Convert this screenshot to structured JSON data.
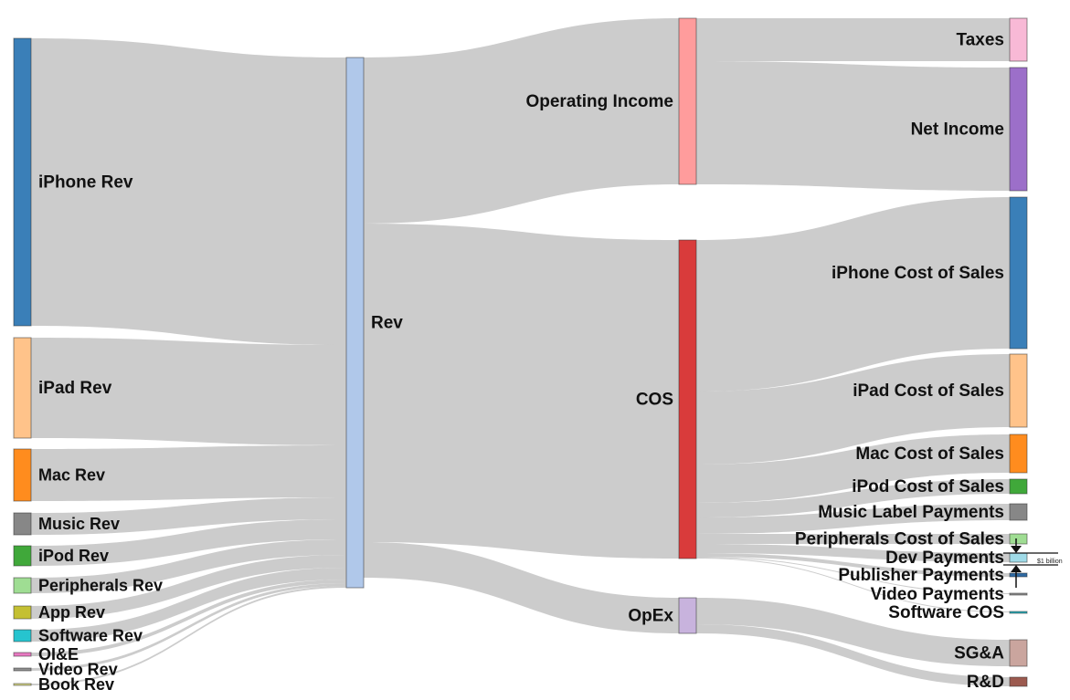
{
  "nodes": [
    {
      "id": "iphone_rev",
      "label": "iPhone Rev",
      "color": "#3a7fb8"
    },
    {
      "id": "ipad_rev",
      "label": "iPad Rev",
      "color": "#ffc38a"
    },
    {
      "id": "mac_rev",
      "label": "Mac Rev",
      "color": "#ff8c1e"
    },
    {
      "id": "music_rev",
      "label": "Music Rev",
      "color": "#878787"
    },
    {
      "id": "ipod_rev",
      "label": "iPod Rev",
      "color": "#40a83a"
    },
    {
      "id": "peripherals_rev",
      "label": "Peripherals Rev",
      "color": "#9fdd93"
    },
    {
      "id": "app_rev",
      "label": "App Rev",
      "color": "#c4c033"
    },
    {
      "id": "software_rev",
      "label": "Software Rev",
      "color": "#26c4cf"
    },
    {
      "id": "oi_e",
      "label": "OI&E",
      "color": "#e87ac2"
    },
    {
      "id": "video_rev",
      "label": "Video Rev",
      "color": "#8f8f8f"
    },
    {
      "id": "book_rev",
      "label": "Book Rev",
      "color": "#dcdc8a"
    },
    {
      "id": "rev",
      "label": "Rev",
      "color": "#b0c8ea"
    },
    {
      "id": "operating_income",
      "label": "Operating Income",
      "color": "#ff9c9c"
    },
    {
      "id": "cos",
      "label": "COS",
      "color": "#d93b3b"
    },
    {
      "id": "opex",
      "label": "OpEx",
      "color": "#c8b3dd"
    },
    {
      "id": "taxes",
      "label": "Taxes",
      "color": "#f8b9d6"
    },
    {
      "id": "net_income",
      "label": "Net Income",
      "color": "#9c6fc9"
    },
    {
      "id": "iphone_cos",
      "label": "iPhone Cost of Sales",
      "color": "#3a7fb8"
    },
    {
      "id": "ipad_cos",
      "label": "iPad Cost of Sales",
      "color": "#ffc38a"
    },
    {
      "id": "mac_cos",
      "label": "Mac Cost of Sales",
      "color": "#ff8c1e"
    },
    {
      "id": "ipod_cos",
      "label": "iPod Cost of Sales",
      "color": "#40a83a"
    },
    {
      "id": "music_label_payments",
      "label": "Music Label Payments",
      "color": "#878787"
    },
    {
      "id": "peripherals_cos",
      "label": "Peripherals Cost of Sales",
      "color": "#9fdd93"
    },
    {
      "id": "dev_payments",
      "label": "Dev Payments",
      "color": "#a0dbe8"
    },
    {
      "id": "publisher_payments",
      "label": "Publisher Payments",
      "color": "#2f6aa3"
    },
    {
      "id": "video_payments",
      "label": "Video Payments",
      "color": "#8f8f8f"
    },
    {
      "id": "software_cos",
      "label": "Software COS",
      "color": "#26b0bf"
    },
    {
      "id": "sga",
      "label": "SG&A",
      "color": "#caa59e"
    },
    {
      "id": "rd",
      "label": "R&D",
      "color": "#9c5a4f"
    }
  ],
  "links": [
    {
      "source": "iphone_rev",
      "target": "rev",
      "value": 315
    },
    {
      "source": "ipad_rev",
      "target": "rev",
      "value": 110
    },
    {
      "source": "mac_rev",
      "target": "rev",
      "value": 57
    },
    {
      "source": "music_rev",
      "target": "rev",
      "value": 24
    },
    {
      "source": "ipod_rev",
      "target": "rev",
      "value": 22
    },
    {
      "source": "peripherals_rev",
      "target": "rev",
      "value": 17
    },
    {
      "source": "app_rev",
      "target": "rev",
      "value": 14
    },
    {
      "source": "software_rev",
      "target": "rev",
      "value": 13
    },
    {
      "source": "oi_e",
      "target": "rev",
      "value": 4
    },
    {
      "source": "video_rev",
      "target": "rev",
      "value": 3
    },
    {
      "source": "book_rev",
      "target": "rev",
      "value": 2
    },
    {
      "source": "rev",
      "target": "operating_income",
      "value": 182
    },
    {
      "source": "rev",
      "target": "cos",
      "value": 349
    },
    {
      "source": "rev",
      "target": "opex",
      "value": 39
    },
    {
      "source": "operating_income",
      "target": "taxes",
      "value": 47
    },
    {
      "source": "operating_income",
      "target": "net_income",
      "value": 135
    },
    {
      "source": "cos",
      "target": "iphone_cos",
      "value": 166
    },
    {
      "source": "cos",
      "target": "ipad_cos",
      "value": 80
    },
    {
      "source": "cos",
      "target": "mac_cos",
      "value": 42
    },
    {
      "source": "cos",
      "target": "ipod_cos",
      "value": 16
    },
    {
      "source": "cos",
      "target": "music_label_payments",
      "value": 18
    },
    {
      "source": "cos",
      "target": "peripherals_cos",
      "value": 11
    },
    {
      "source": "cos",
      "target": "dev_payments",
      "value": 10
    },
    {
      "source": "cos",
      "target": "publisher_payments",
      "value": 4
    },
    {
      "source": "cos",
      "target": "video_payments",
      "value": 1
    },
    {
      "source": "cos",
      "target": "software_cos",
      "value": 1
    },
    {
      "source": "opex",
      "target": "sga",
      "value": 29
    },
    {
      "source": "opex",
      "target": "rd",
      "value": 10
    }
  ],
  "scale_annotation": {
    "text": "$1 billion",
    "value": 1
  }
}
